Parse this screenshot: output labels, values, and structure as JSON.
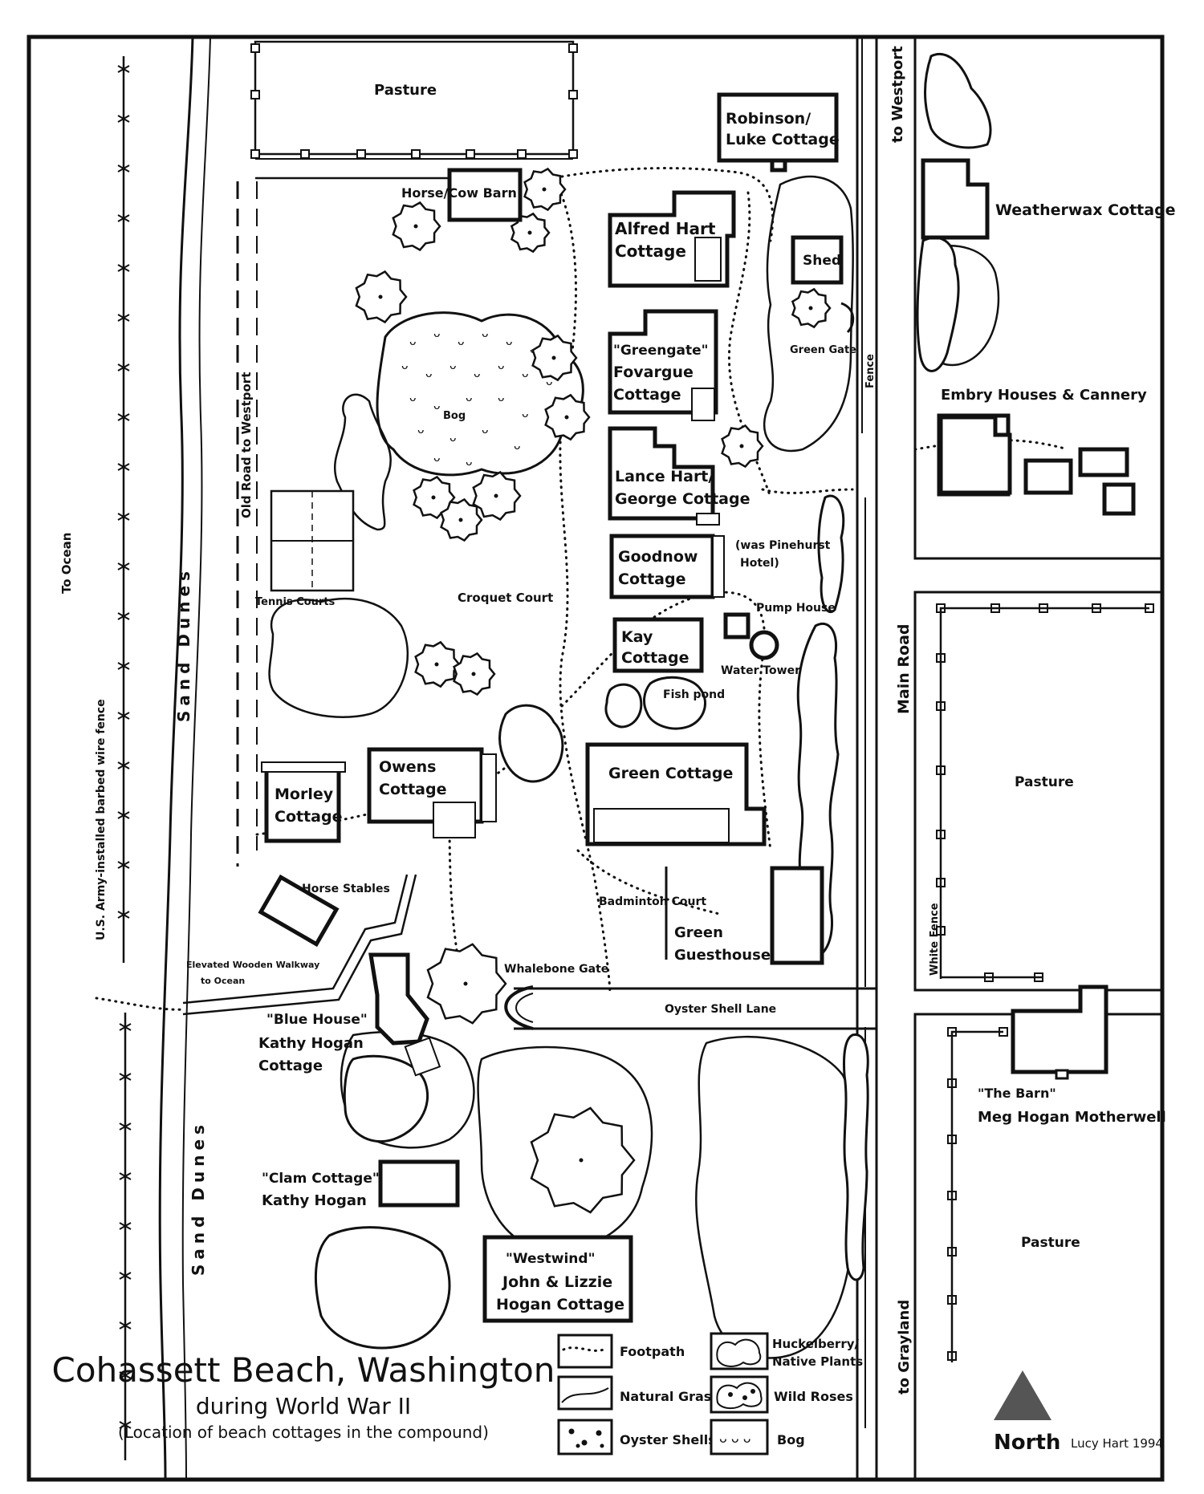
{
  "title": {
    "main": "Cohassett Beach, Washington",
    "sub": "during World War II",
    "note": "(Location of beach cottages in the compound)"
  },
  "credit": "Lucy Hart 1994",
  "north": "North",
  "labels": {
    "pasture_top": "Pasture",
    "robinson_1": "Robinson/",
    "robinson_2": "Luke Cottage",
    "to_westport": "to Westport",
    "weatherwax": "Weatherwax Cottage",
    "horse_cow_barn": "Horse/Cow Barn",
    "alfred_1": "Alfred Hart",
    "alfred_2": "Cottage",
    "shed": "Shed",
    "greengate_1": "\"Greengate\"",
    "greengate_2": "Fovargue",
    "greengate_3": "Cottage",
    "green_gate": "Green Gate",
    "fence": "Fence",
    "embry": "Embry Houses & Cannery",
    "bog": "Bog",
    "old_road": "Old Road to Westport",
    "lance_1": "Lance Hart/",
    "lance_2": "George Cottage",
    "goodnow_1": "Goodnow",
    "goodnow_2": "Cottage",
    "pinehurst_1": "(was Pinehurst",
    "pinehurst_2": "Hotel)",
    "to_ocean": "To Ocean",
    "sand_dunes_1": "Sand Dunes",
    "tennis": "Tennis Courts",
    "croquet": "Croquet Court",
    "pump_house": "Pump House",
    "kay_1": "Kay",
    "kay_2": "Cottage",
    "water_tower": "Water Tower",
    "main_road": "Main Road",
    "fish_pond": "Fish pond",
    "army_fence": "U.S. Army-installed barbed wire fence",
    "owens_1": "Owens",
    "owens_2": "Cottage",
    "green_cottage": "Green Cottage",
    "pasture_right": "Pasture",
    "morley_1": "Morley",
    "morley_2": "Cottage",
    "horse_stables": "Horse Stables",
    "badminton": "Badminton Court",
    "guesthouse_1": "Green",
    "guesthouse_2": "Guesthouse",
    "white_fence": "White Fence",
    "walkway_1": "Elevated Wooden Walkway",
    "walkway_2": "to Ocean",
    "whalebone": "Whalebone Gate",
    "oyster_lane": "Oyster Shell Lane",
    "blue_1": "\"Blue House\"",
    "blue_2": "Kathy Hogan",
    "blue_3": "Cottage",
    "barn_1": "\"The Barn\"",
    "barn_2": "Meg Hogan Motherwell",
    "clam_1": "\"Clam Cottage\"",
    "clam_2": "Kathy Hogan",
    "sand_dunes_2": "Sand Dunes",
    "pasture_bottom": "Pasture",
    "westwind_1": "\"Westwind\"",
    "westwind_2": "John & Lizzie",
    "westwind_3": "Hogan Cottage",
    "to_grayland": "to Grayland"
  },
  "legend": [
    {
      "key": "footpath",
      "label": "Footpath"
    },
    {
      "key": "natural_grass",
      "label": "Natural Grass"
    },
    {
      "key": "oyster_shells",
      "label": "Oyster Shells"
    },
    {
      "key": "huckleberry_1",
      "label": "Huckelberry/"
    },
    {
      "key": "huckleberry_2",
      "label": "Native Plants"
    },
    {
      "key": "wild_roses",
      "label": "Wild Roses"
    },
    {
      "key": "bog",
      "label": "Bog"
    }
  ],
  "colors": {
    "ink": "#111111",
    "north_arrow": "#555555",
    "paper": "#ffffff"
  }
}
